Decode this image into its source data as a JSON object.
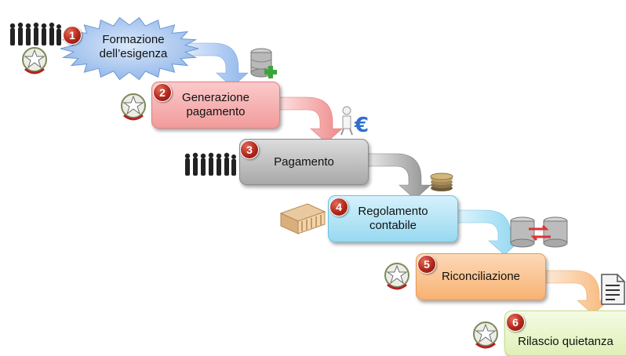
{
  "steps": [
    {
      "number": "1",
      "label_line1": "Formazione",
      "label_line2": "dell’esigenza",
      "color": "#b8d4f4"
    },
    {
      "number": "2",
      "label_line1": "Generazione",
      "label_line2": "pagamento",
      "color": "#f6b4b4"
    },
    {
      "number": "3",
      "label": "Pagamento",
      "color": "#c9c9c9"
    },
    {
      "number": "4",
      "label_line1": "Regolamento",
      "label_line2": "contabile",
      "color": "#bde7f6"
    },
    {
      "number": "5",
      "label": "Riconciliazione",
      "color": "#fbc99b"
    },
    {
      "number": "6",
      "label": "Rilascio quietanza",
      "color": "#ecf7cf"
    }
  ],
  "arrow_colors": [
    "#a9c8f0",
    "#f29a9a",
    "#a3a3a3",
    "#a8dff3",
    "#fbc89a"
  ],
  "icons": [
    "people-icon",
    "emblem-icon",
    "database-add-icon",
    "euro-person-icon",
    "coins-icon",
    "bank-icon",
    "database-sync-icon",
    "document-icon"
  ]
}
